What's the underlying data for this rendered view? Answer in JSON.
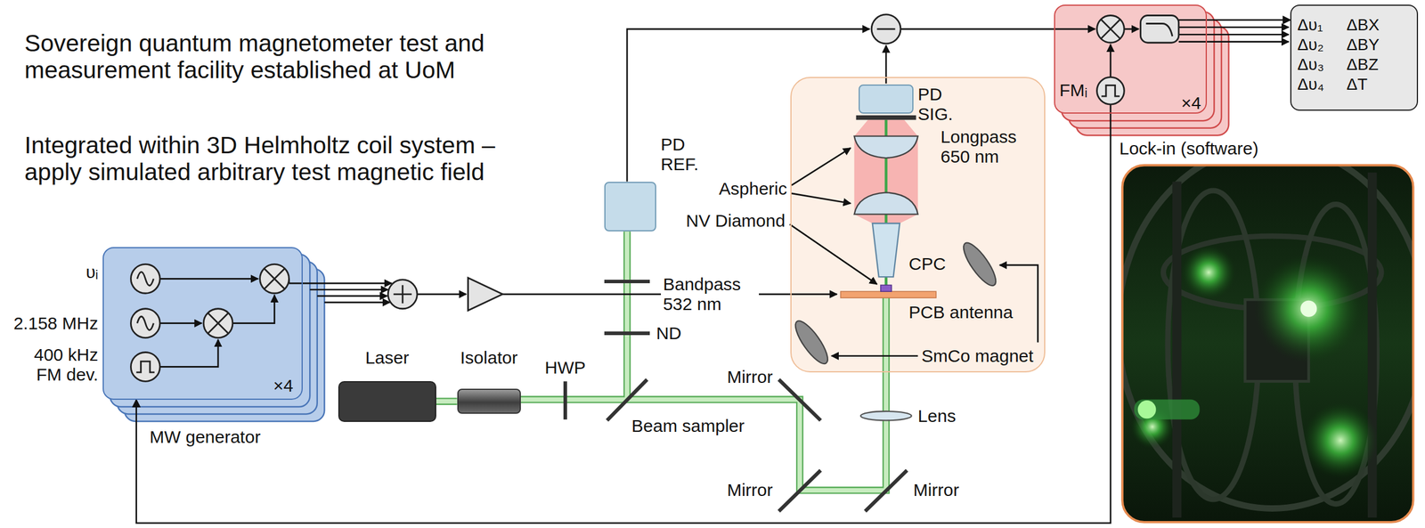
{
  "diagram": {
    "nodes": [
      {
        "text": [
          "MW generator",
          "×4"
        ]
      },
      {
        "text": [
          "Laser"
        ]
      },
      {
        "text": [
          "Isolator"
        ]
      },
      {
        "text": [
          "PD REF."
        ]
      },
      {
        "text": [
          "Longpass 650 nm",
          "CPC"
        ]
      },
      {
        "text": [
          "PD SIG."
        ],
        "in": 4
      },
      {
        "text": [
          "FMᵢ",
          "×4",
          "Lock-in (software)"
        ]
      },
      {
        "text": [
          "Δυ₁ Δυ₂ Δυ₃ Δυ₄",
          "ΔBX ΔBY ΔBZ ΔT"
        ]
      }
    ],
    "edges": [
      {
        "from": 1,
        "to": 2,
        "arrow": "none"
      },
      {
        "from": 6,
        "to": 0,
        "arrow": "to"
      },
      {
        "from": 6,
        "to": 7,
        "arrow": "to"
      }
    ],
    "labels": [
      "Sovereign quantum magnetometer test and measurement facility established at UoM",
      "Integrated within 3D Helmholtz coil system – apply simulated arbitrary test magnetic field",
      "υᵢ",
      "2.158 MHz",
      "400 kHz FM dev.",
      "HWP",
      "Beam sampler",
      "ND",
      "Bandpass 532 nm",
      "Mirror",
      "Mirror",
      "Mirror",
      "Lens",
      "Aspheric",
      "NV Diamond",
      "PCB antenna",
      "SmCo magnet"
    ]
  }
}
